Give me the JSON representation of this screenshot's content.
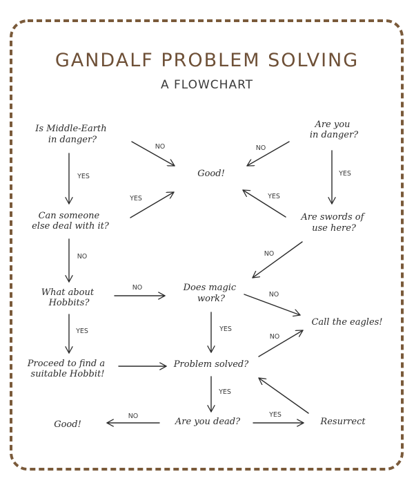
{
  "title": "GANDALF PROBLEM SOLVING",
  "subtitle": "A FLOWCHART",
  "nodes": {
    "middle_earth_danger": [
      "Is Middle-Earth",
      "in danger?"
    ],
    "you_in_danger": [
      "Are you",
      "in danger?"
    ],
    "good_top": [
      "Good!"
    ],
    "someone_else": [
      "Can someone",
      "else deal with it?"
    ],
    "swords": [
      "Are swords of",
      "use here?"
    ],
    "hobbits": [
      "What about",
      "Hobbits?"
    ],
    "magic": [
      "Does magic",
      "work?"
    ],
    "eagles": [
      "Call the eagles!"
    ],
    "find_hobbit": [
      "Proceed to find a",
      "suitable Hobbit!"
    ],
    "solved": [
      "Problem solved?"
    ],
    "good_bottom": [
      "Good!"
    ],
    "dead": [
      "Are you dead?"
    ],
    "resurrect": [
      "Resurrect"
    ]
  },
  "edges": {
    "me_to_good": "NO",
    "me_to_someone": "YES",
    "you_to_good": "NO",
    "you_to_swords": "YES",
    "someone_to_good": "YES",
    "swords_to_good": "YES",
    "someone_to_hobbits": "NO",
    "swords_to_magic": "NO",
    "hobbits_to_magic": "NO",
    "magic_to_eagles": "NO",
    "magic_to_solved": "YES",
    "hobbits_to_find": "YES",
    "solved_to_eagles": "NO",
    "solved_to_dead": "YES",
    "dead_to_good": "NO",
    "dead_to_resurrect": "YES"
  }
}
